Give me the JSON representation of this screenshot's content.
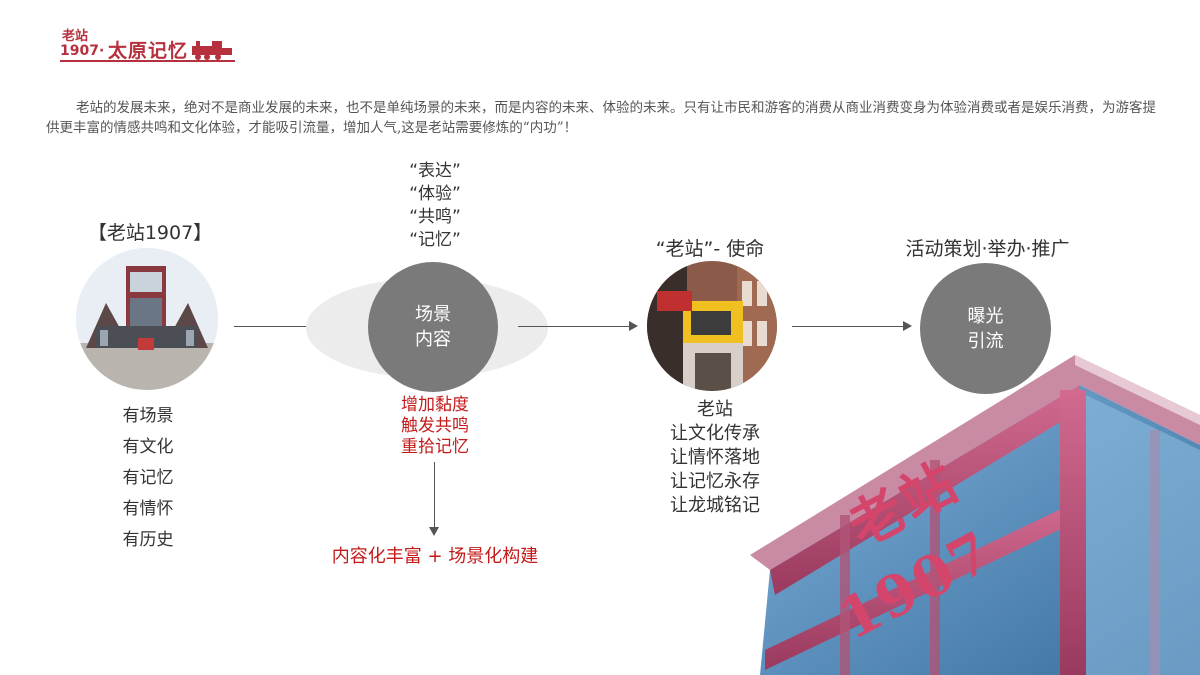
{
  "logo": {
    "top": "老站",
    "year": "1907·",
    "name": "太原记忆"
  },
  "intro": "老站的发展未来，绝对不是商业发展的未来，也不是单纯场景的未来，而是内容的未来、体验的未来。只有让市民和游客的消费从商业消费变身为体验消费或者是娱乐消费，为游客提供更丰富的情感共鸣和文化体验，才能吸引流量，增加人气,这是老站需要修炼的“内功”！",
  "col1": {
    "title": "【老站1907】",
    "items": [
      "有场景",
      "有文化",
      "有记忆",
      "有情怀",
      "有历史"
    ]
  },
  "col2": {
    "quotes": [
      "“表达”",
      "“体验”",
      "“共鸣”",
      "“记忆”"
    ],
    "circle": [
      "场景",
      "内容"
    ],
    "red_items": [
      "增加黏度",
      "触发共鸣",
      "重拾记忆"
    ],
    "bottom": "内容化丰富 + 场景化构建"
  },
  "col3": {
    "title": "“老站”- 使命",
    "items": [
      "老站",
      "让文化传承",
      "让情怀落地",
      "让记忆永存",
      "让龙城铭记"
    ]
  },
  "col4": {
    "title": "活动策划·举办·推广",
    "circle": [
      "曝光",
      "引流"
    ]
  },
  "building_sign": {
    "line1": "老站",
    "line2": "1907"
  },
  "colors": {
    "brand_red": "#b6303d",
    "accent_red": "#c41a1a",
    "circle_gray": "#7a7a7a"
  }
}
